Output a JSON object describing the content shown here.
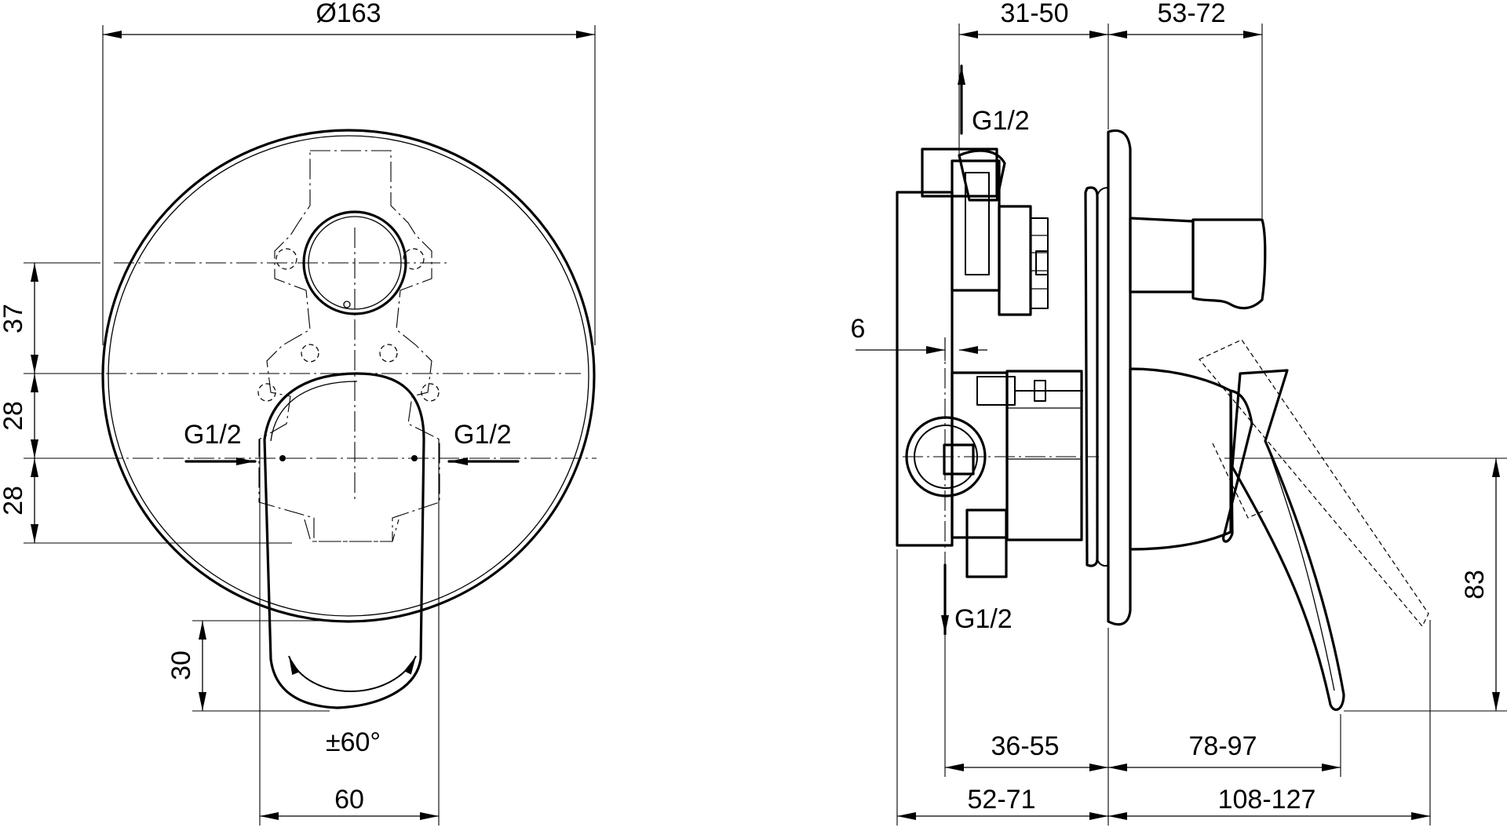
{
  "front_view": {
    "dim_diameter": "Ø163",
    "dim_37": "37",
    "dim_28_top": "28",
    "dim_28_bottom": "28",
    "dim_30": "30",
    "dim_60": "60",
    "rotation": "±60°",
    "inlet_left": "G1/2",
    "inlet_right": "G1/2"
  },
  "side_view": {
    "dim_31_50": "31-50",
    "dim_53_72": "53-72",
    "dim_6": "6",
    "dim_83": "83",
    "dim_36_55": "36-55",
    "dim_78_97": "78-97",
    "dim_52_71": "52-71",
    "dim_108_127": "108-127",
    "outlet_top": "G1/2",
    "outlet_bottom": "G1/2"
  }
}
